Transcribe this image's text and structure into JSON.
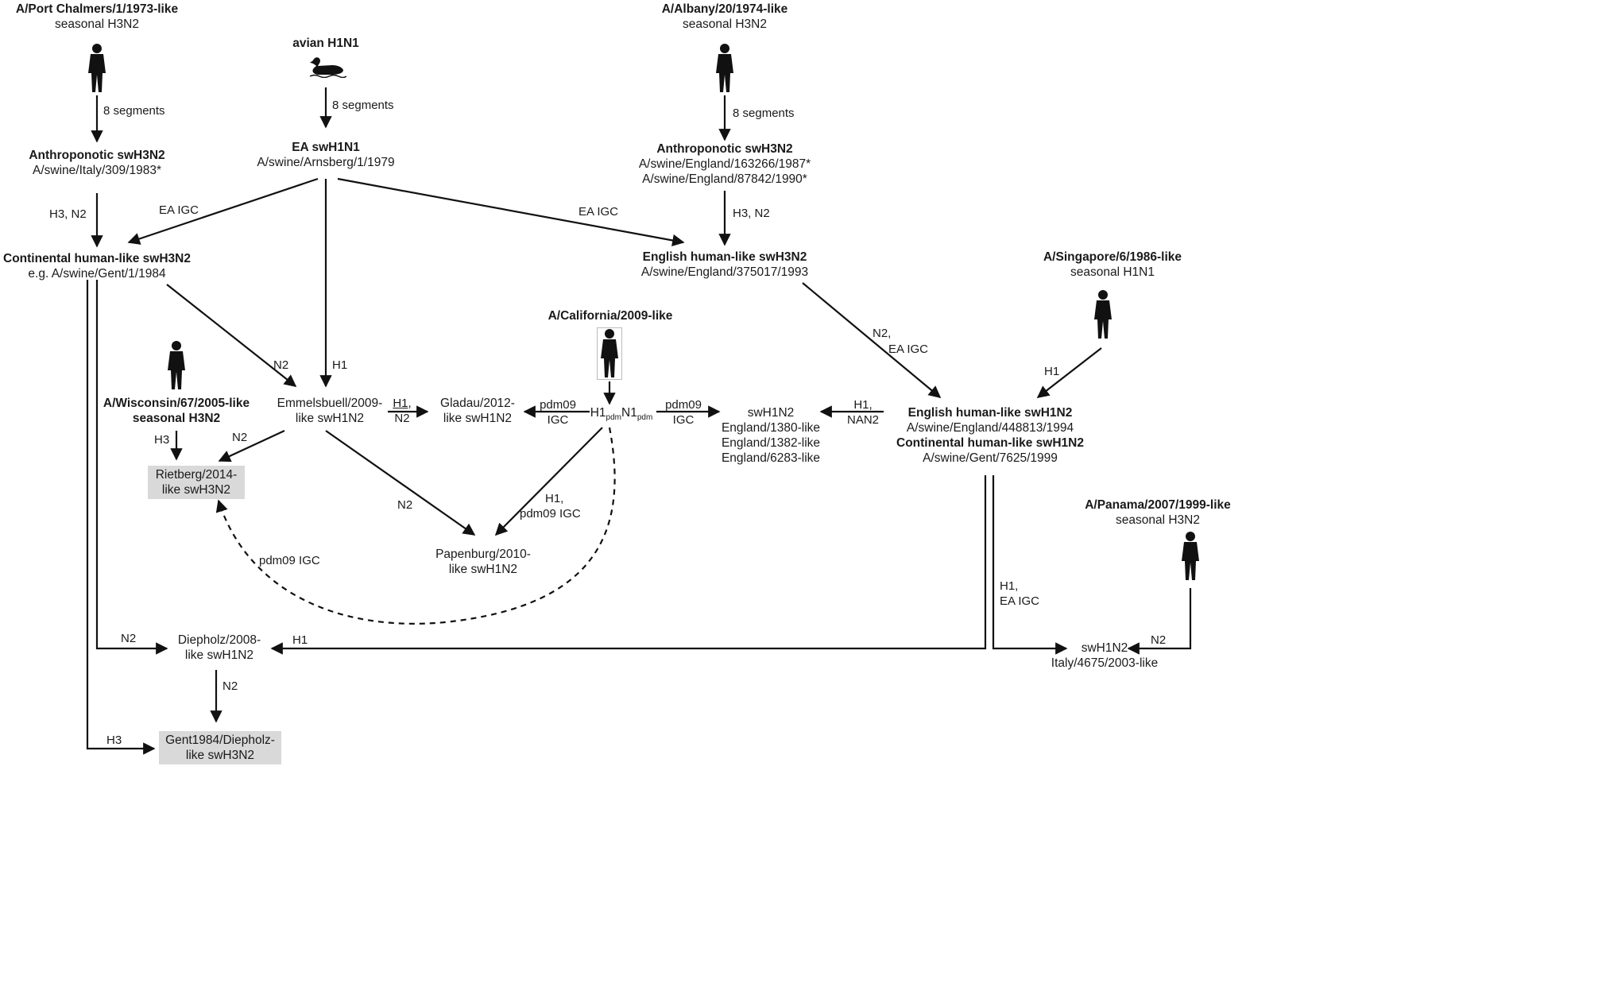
{
  "nodes": {
    "port_chalmers": {
      "title": "A/Port Chalmers/1/1973-like",
      "sub": "seasonal H3N2"
    },
    "avian_h1n1": {
      "title": "avian H1N1"
    },
    "albany": {
      "title": "A/Albany/20/1974-like",
      "sub": "seasonal H3N2"
    },
    "anthro_sw_h3n2_italy": {
      "title": "Anthroponotic swH3N2",
      "sub": "A/swine/Italy/309/1983*"
    },
    "ea_swh1n1": {
      "title": "EA swH1N1",
      "sub": "A/swine/Arnsberg/1/1979"
    },
    "anthro_sw_h3n2_england": {
      "title": "Anthroponotic swH3N2",
      "sub": "A/swine/England/163266/1987*",
      "sub2": "A/swine/England/87842/1990*"
    },
    "continental_h3n2": {
      "title": "Continental human-like swH3N2",
      "sub": "e.g. A/swine/Gent/1/1984"
    },
    "english_h3n2": {
      "title": "English human-like swH3N2",
      "sub": "A/swine/England/375017/1993"
    },
    "singapore": {
      "title": "A/Singapore/6/1986-like",
      "sub": "seasonal H1N1"
    },
    "california": {
      "title": "A/California/2009-like"
    },
    "wisconsin": {
      "title": "A/Wisconsin/67/2005-like",
      "title2": "seasonal H3N2"
    },
    "emmelsbuell": {
      "line1": "Emmelsbuell/2009-",
      "line2": "like swH1N2"
    },
    "gladau": {
      "line1": "Gladau/2012-",
      "line2": "like swH1N2"
    },
    "h1pdm_n1pdm": {
      "a": "H1",
      "a_sub": "pdm",
      "b": "N1",
      "b_sub": "pdm"
    },
    "swh1n2_england": {
      "line1": "swH1N2",
      "line2": "England/1380-like",
      "line3": "England/1382-like",
      "line4": "England/6283-like"
    },
    "english_continental_h1n2": {
      "title": "English human-like swH1N2",
      "sub": "A/swine/England/448813/1994",
      "title2": "Continental human-like swH1N2",
      "sub2": "A/swine/Gent/7625/1999"
    },
    "rietberg": {
      "line1": "Rietberg/2014-",
      "line2": "like swH3N2"
    },
    "papenburg": {
      "line1": "Papenburg/2010-",
      "line2": "like swH1N2"
    },
    "panama": {
      "title": "A/Panama/2007/1999-like",
      "sub": "seasonal H3N2"
    },
    "diepholz": {
      "line1": "Diepholz/2008-",
      "line2": "like swH1N2"
    },
    "swh1n2_italy": {
      "line1": "swH1N2",
      "line2": "Italy/4675/2003-like"
    },
    "gent1984": {
      "line1": "Gent1984/Diepholz-",
      "line2": "like swH3N2"
    }
  },
  "edge_labels": {
    "seg_port": "8 segments",
    "seg_avian": "8 segments",
    "seg_albany": "8 segments",
    "h3n2_left": "H3, N2",
    "ea_igc_left": "EA IGC",
    "ea_igc_right": "EA IGC",
    "h3n2_right": "H3, N2",
    "n2_emm": "N2",
    "h1_emm": "H1",
    "n2_ea_igc_l1": "N2,",
    "n2_ea_igc_l2": "EA IGC",
    "h1_singapore": "H1",
    "h1n2_gladau_l1": "H1,",
    "h1n2_gladau_l2": "N2",
    "pdm09_gladau_l1": "pdm09",
    "pdm09_gladau_l2": "IGC",
    "pdm09_sw_l1": "pdm09",
    "pdm09_sw_l2": "IGC",
    "h1nan2_l1": "H1,",
    "h1nan2_l2": "NAN2",
    "h3_wisc": "H3",
    "n2_rietberg": "N2",
    "n2_papenburg": "N2",
    "h1pdm_l1": "H1,",
    "h1pdm_l2": "pdm09 IGC",
    "pdm09_igc_dashed": "pdm09 IGC",
    "h1_ea_igc_l1": "H1,",
    "h1_ea_igc_l2": "EA IGC",
    "n2_diepholz": "N2",
    "h1_diepholz": "H1",
    "n2_gent": "N2",
    "h3_gent": "H3",
    "n2_panama": "N2"
  },
  "icons": {
    "human": "human-silhouette-icon",
    "duck": "duck-silhouette-icon"
  },
  "colors": {
    "line": "#111111",
    "shade": "#d9d9d9"
  }
}
